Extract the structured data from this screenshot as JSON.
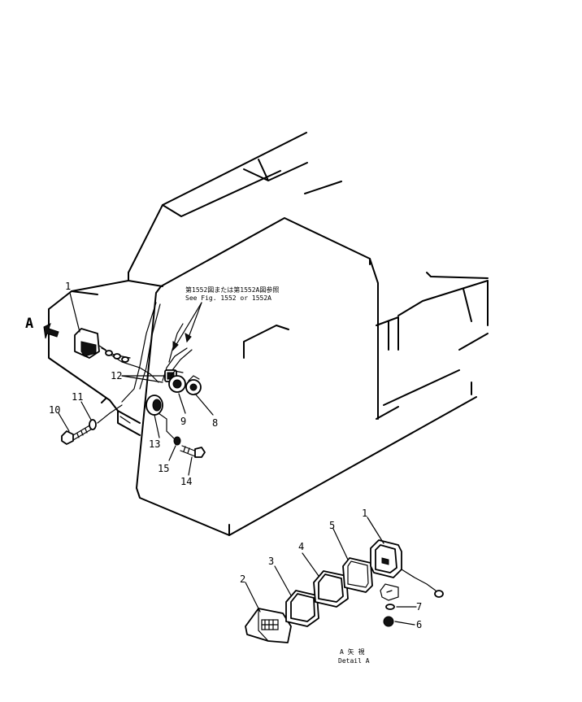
{
  "labels": {
    "arrow_a": "A",
    "reference_jp": "第1552図または第1552A図参照",
    "reference_en": "See Fig. 1552 or 1552A",
    "detail_jp": "A 矢 視",
    "detail_en": "Detail A"
  },
  "callouts": {
    "c1": "1",
    "c2": "2",
    "c3": "3",
    "c4": "4",
    "c5": "5",
    "c6": "6",
    "c7": "7",
    "c8": "8",
    "c9": "9",
    "c10": "10",
    "c11": "11",
    "c12": "12",
    "c13": "13",
    "c14": "14",
    "c15": "15",
    "c1b": "1"
  }
}
